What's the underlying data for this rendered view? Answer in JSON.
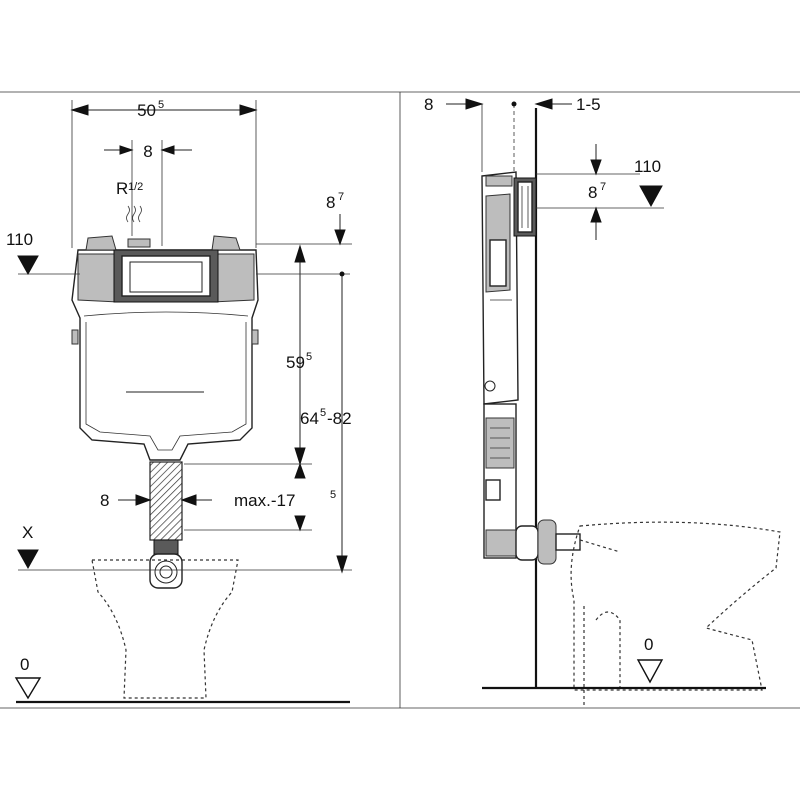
{
  "labels": {
    "width_base": "50",
    "width_sup": "5",
    "inlet_offset": "8",
    "thread_main": "R",
    "thread_frac": "1/2",
    "level_left": "110",
    "top_clear_base": "8",
    "top_clear_sup": "7",
    "height_a_base": "59",
    "height_a_sup": "5",
    "height_b_base": "64",
    "height_b_sup": "5",
    "height_b_rest": "-82",
    "flush_pipe": "8",
    "max_prefix": "max.-17",
    "max_sup": "5",
    "level_x": "X",
    "floor_left": "0",
    "side_left": "8",
    "side_right": "1-5",
    "level_right": "110",
    "side_clear_base": "8",
    "side_clear_sup": "7",
    "floor_right": "0"
  }
}
